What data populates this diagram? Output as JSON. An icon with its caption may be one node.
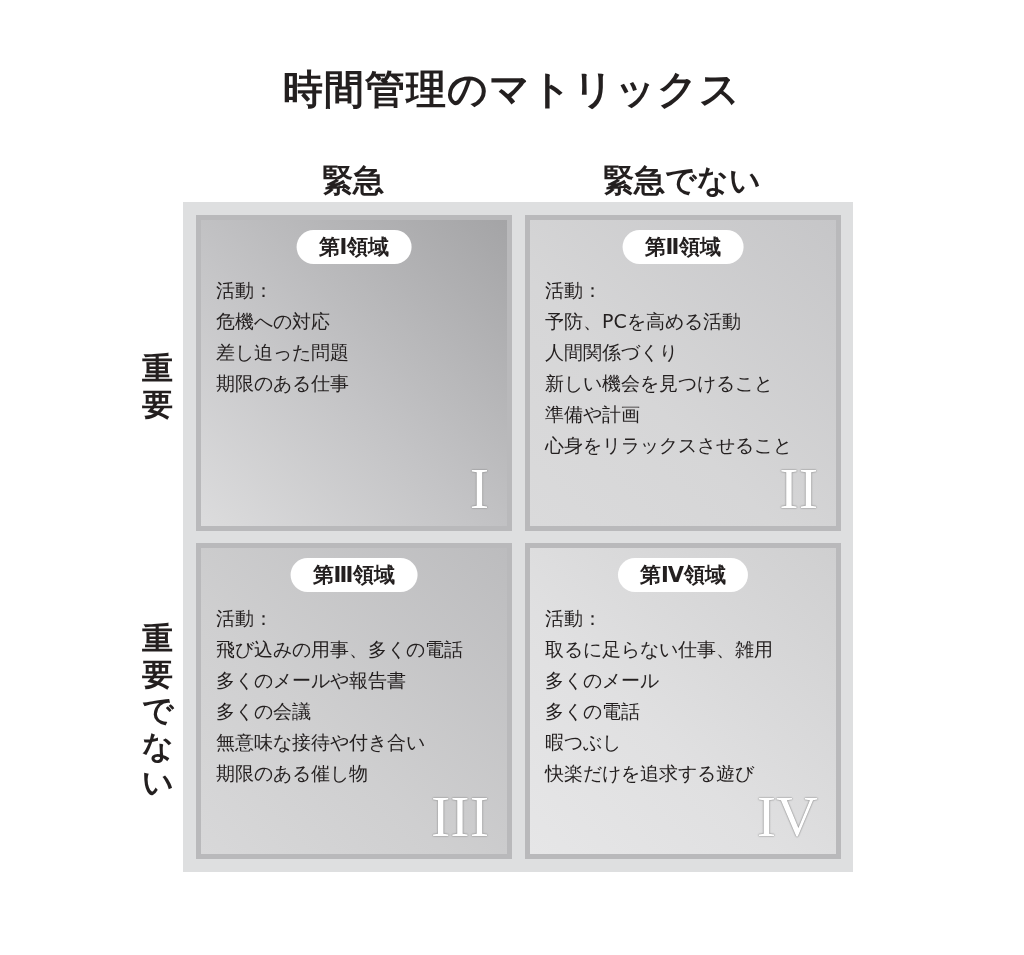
{
  "diagram": {
    "title": "時間管理のマトリックス",
    "nodes": [
      {
        "text": [
          "第Ⅰ領域",
          "活動：",
          "危機への対応",
          "差し迫った問題",
          "期限のある仕事",
          "I"
        ]
      },
      {
        "text": [
          "第Ⅱ領域",
          "活動：",
          "予防、PCを高める活動",
          "人間関係づくり",
          "新しい機会を見つけること",
          "準備や計画",
          "心身をリラックスさせること",
          "II"
        ]
      },
      {
        "text": [
          "第Ⅲ領域",
          "活動：",
          "飛び込みの用事、多くの電話",
          "多くのメールや報告書",
          "多くの会議",
          "無意味な接待や付き合い",
          "期限のある催し物",
          "III"
        ]
      },
      {
        "text": [
          "第Ⅳ領域",
          "活動：",
          "取るに足らない仕事、雑用",
          "多くのメール",
          "多くの電話",
          "暇つぶし",
          "快楽だけを追求する遊び",
          "IV"
        ]
      }
    ],
    "labels": [
      "緊急",
      "緊急でない",
      "重要",
      "重要でない"
    ]
  }
}
